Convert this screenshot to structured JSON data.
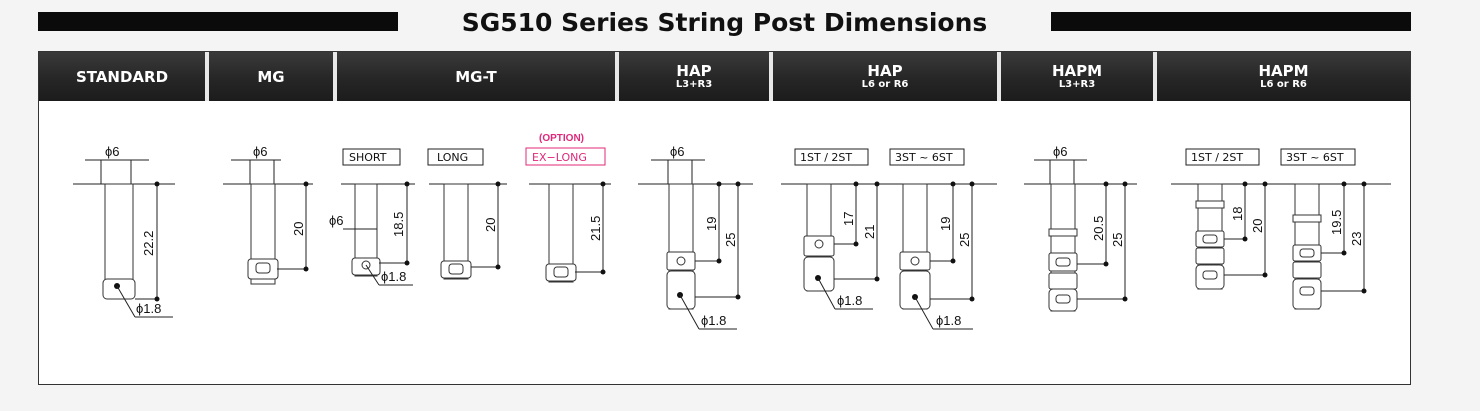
{
  "title": "SG510 Series   String Post Dimensions",
  "columns": [
    {
      "name": "STANDARD",
      "sub": ""
    },
    {
      "name": "MG",
      "sub": ""
    },
    {
      "name": "MG-T",
      "sub": ""
    },
    {
      "name": "HAP",
      "sub": "L3+R3"
    },
    {
      "name": "HAP",
      "sub": "L6 or R6"
    },
    {
      "name": "HAPM",
      "sub": "L3+R3"
    },
    {
      "name": "HAPM",
      "sub": "L6 or R6"
    }
  ],
  "labels": {
    "diameter_6": "ϕ6",
    "diameter_18": "ϕ1.8",
    "short": "SHORT",
    "long": "LONG",
    "option": "(OPTION)",
    "ex_long": "EX−LONG",
    "st_1_2": "1ST / 2ST",
    "st_3_6": "3ST ~ 6ST"
  },
  "dimensions": {
    "standard": "22.2",
    "mg": "20",
    "mgt_short": "18.5",
    "mgt_long": "20",
    "mgt_exlong": "21.5",
    "hap_l3r3_a": "19",
    "hap_l3r3_b": "25",
    "hap_l6_12_a": "17",
    "hap_l6_12_b": "21",
    "hap_l6_36_a": "19",
    "hap_l6_36_b": "25",
    "hapm_l3r3_a": "20.5",
    "hapm_l3r3_b": "25",
    "hapm_l6_12_a": "18",
    "hapm_l6_12_b": "20",
    "hapm_l6_36_a": "19.5",
    "hapm_l6_36_b": "23"
  },
  "colors": {
    "option_accent": "#e0287a",
    "header_bg": "#262626"
  }
}
